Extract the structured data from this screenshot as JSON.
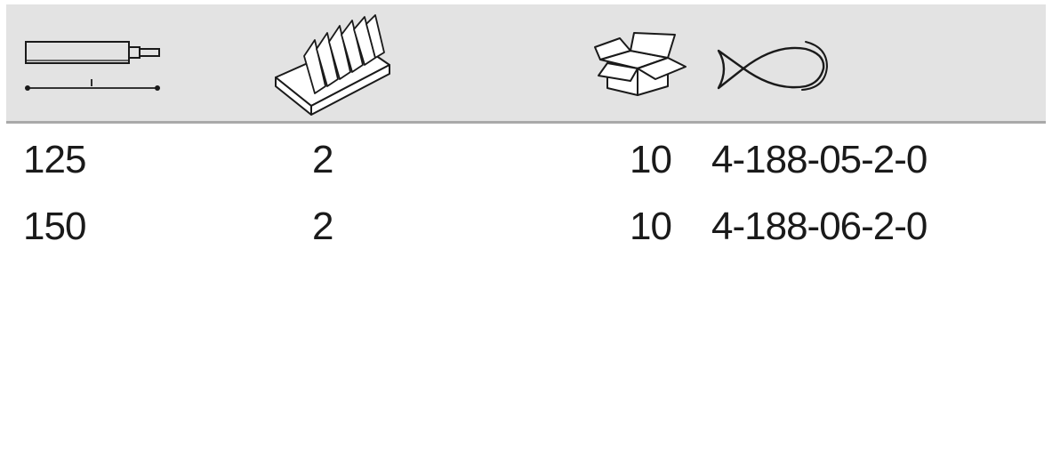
{
  "header": {
    "icons": [
      {
        "name": "length-dimension-icon"
      },
      {
        "name": "file-cut-teeth-icon"
      },
      {
        "name": "package-box-icon"
      },
      {
        "name": "fish-article-code-icon"
      }
    ]
  },
  "rows": [
    {
      "length": "125",
      "cut": "2",
      "qty": "10",
      "code": "4-188-05-2-0"
    },
    {
      "length": "150",
      "cut": "2",
      "qty": "10",
      "code": "4-188-06-2-0"
    }
  ],
  "colors": {
    "header_bg": "#e3e3e3",
    "header_rule": "#a9a9a9",
    "text": "#1a1a1a"
  }
}
